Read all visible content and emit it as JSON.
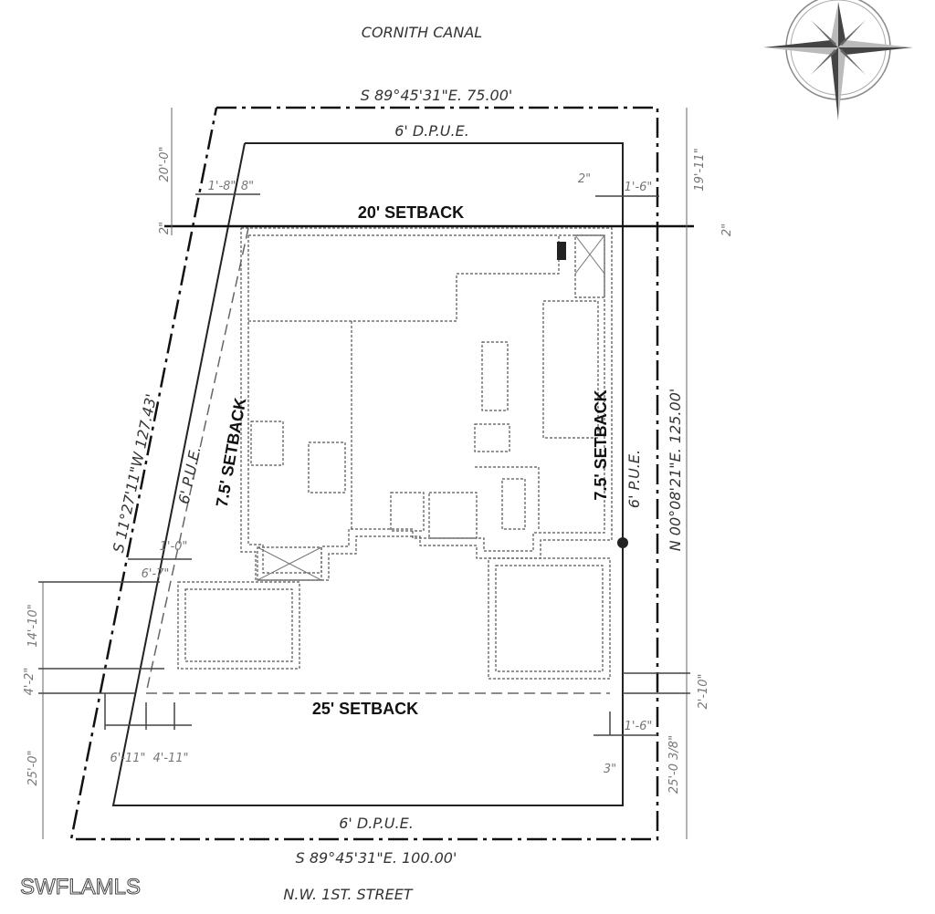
{
  "top_street": "CORNITH CANAL",
  "bottom_street": "N.W. 1ST. STREET",
  "watermark": "SWFLAMLS",
  "bearings": {
    "top": "S 89°45'31\"E.   75.00'",
    "bottom": "S 89°45'31\"E.   100.00'",
    "left": "S 11°27'11\"W   127.43'",
    "right": "N 00°08'21\"E.   125.00'"
  },
  "easements": {
    "top": "6' D.P.U.E.",
    "bottom": "6' D.P.U.E.",
    "left": "6' P.U.E.",
    "right": "6' P.U.E."
  },
  "setbacks": {
    "front": "20' SETBACK",
    "rear": "25' SETBACK",
    "left": "7.5' SETBACK",
    "right": "7.5' SETBACK"
  },
  "dimensions": {
    "d20_0": "20'-0\"",
    "d2_left": "2\"",
    "d1_8": "1'-8\"",
    "d8": "8\"",
    "d2_top": "2\"",
    "d1_6_top": "1'-6\"",
    "d19_11": "19'-11\"",
    "d2_right": "2\"",
    "d1_0": "1'-0\"",
    "d6_7": "6'-7\"",
    "d14_10": "14'-10\"",
    "d4_2": "4'-2\"",
    "d25_0": "25'-0\"",
    "d6_11": "6'-11\"",
    "d4_11": "4'-11\"",
    "d2_10": "2'-10\"",
    "d1_6_bottom": "1'-6\"",
    "d3": "3\"",
    "d25_0_3_8": "25'-0 3/8\""
  },
  "compass_icon": "compass-rose-icon"
}
